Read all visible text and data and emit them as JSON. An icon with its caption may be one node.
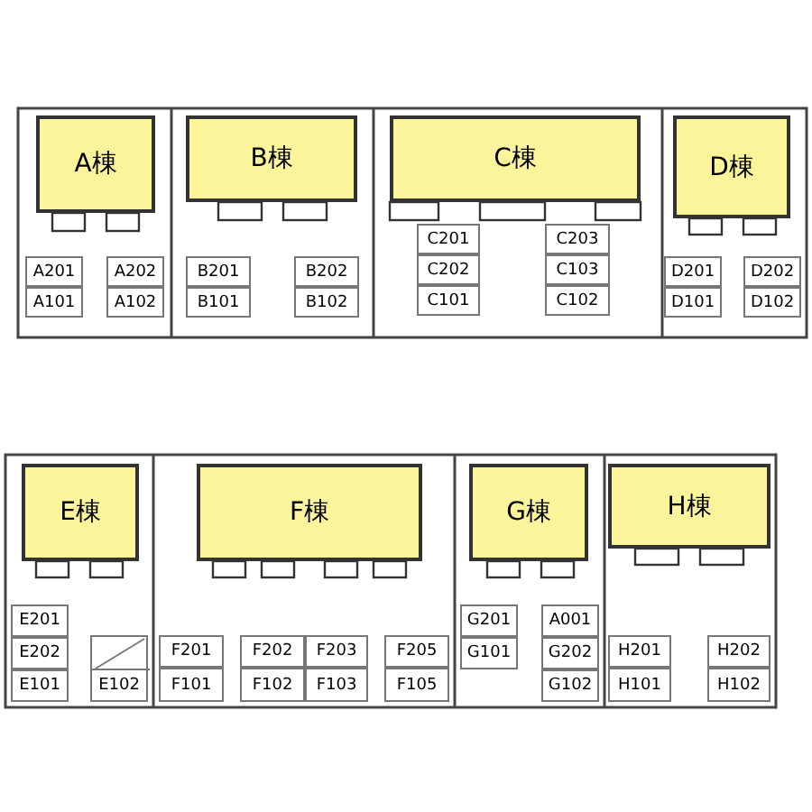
{
  "diagram": {
    "nodes": [
      {
        "text": [
          "A棟"
        ]
      },
      {
        "text": [
          "A201"
        ]
      },
      {
        "text": [
          "A202"
        ]
      },
      {
        "text": [
          "A101"
        ]
      },
      {
        "text": [
          "A102"
        ]
      },
      {
        "text": [
          "B棟"
        ]
      },
      {
        "text": [
          "B201"
        ]
      },
      {
        "text": [
          "B202"
        ]
      },
      {
        "text": [
          "B101"
        ]
      },
      {
        "text": [
          "B102"
        ]
      },
      {
        "text": [
          "C棟"
        ]
      },
      {
        "text": [
          "C201"
        ]
      },
      {
        "text": [
          "C203"
        ]
      },
      {
        "text": [
          "C202"
        ]
      },
      {
        "text": [
          "C103"
        ]
      },
      {
        "text": [
          "C101"
        ]
      },
      {
        "text": [
          "C102"
        ]
      },
      {
        "text": [
          "D棟"
        ]
      },
      {
        "text": [
          "D201"
        ]
      },
      {
        "text": [
          "D202"
        ]
      },
      {
        "text": [
          "D101"
        ]
      },
      {
        "text": [
          "D102"
        ]
      },
      {
        "text": [
          "E棟"
        ]
      },
      {
        "text": [
          "E201"
        ]
      },
      {
        "text": [
          "E202"
        ]
      },
      {
        "text": [
          "E101"
        ]
      },
      {
        "text": [
          "E102"
        ]
      },
      {
        "text": [
          "F棟"
        ]
      },
      {
        "text": [
          "F201"
        ]
      },
      {
        "text": [
          "F202"
        ]
      },
      {
        "text": [
          "F203"
        ]
      },
      {
        "text": [
          "F205"
        ]
      },
      {
        "text": [
          "F101"
        ]
      },
      {
        "text": [
          "F102"
        ]
      },
      {
        "text": [
          "F103"
        ]
      },
      {
        "text": [
          "F105"
        ]
      },
      {
        "text": [
          "G棟"
        ]
      },
      {
        "text": [
          "G201"
        ]
      },
      {
        "text": [
          "A001"
        ]
      },
      {
        "text": [
          "G101"
        ]
      },
      {
        "text": [
          "G202"
        ]
      },
      {
        "text": [
          "G102"
        ]
      },
      {
        "text": [
          "H棟"
        ]
      },
      {
        "text": [
          "H201"
        ]
      },
      {
        "text": [
          "H202"
        ]
      },
      {
        "text": [
          "H101"
        ]
      },
      {
        "text": [
          "H102"
        ]
      }
    ]
  }
}
